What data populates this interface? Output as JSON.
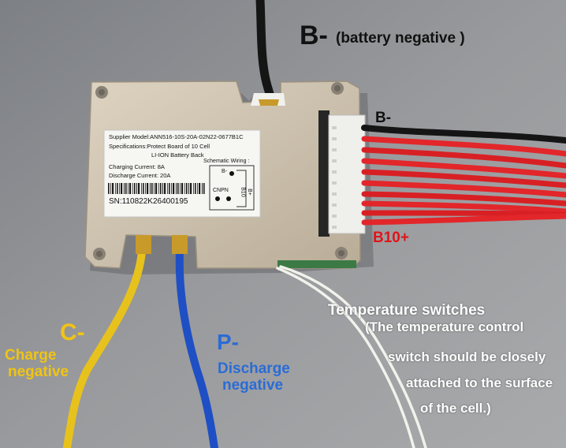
{
  "annotations": {
    "b_minus_big": "B-",
    "b_minus_note": "(battery negative )",
    "b_minus_connector": "B-",
    "b10_plus": "B10+",
    "temp_title": "Temperature switches",
    "temp_line1": "(The temperature control",
    "temp_line2": "switch should be closely",
    "temp_line3": "attached to the surface",
    "temp_line4": "of the cell.)",
    "c_minus": "C-",
    "c_charge": "Charge",
    "c_negative": "negative",
    "p_minus": "P-",
    "p_discharge": "Discharge",
    "p_negative": "negative"
  },
  "sticker": {
    "supplier": "Supplier Model:ANN516-10S-20A-02N22-0677B1C",
    "specifications": "Specifications:Protect Board of 10 Cell",
    "li_ion": "LI-ION Battery Back",
    "schematic": "Schematic Wiring :",
    "charging_current": "Charging Current:  8A",
    "discharge_current": "Discharge Current:  20A",
    "serial": "SN:110822K26400195",
    "wiring_b_minus": "B-",
    "wiring_cnpn": "CNPN",
    "wiring_b10": "B10",
    "wiring_b_plus": "B+"
  },
  "colors": {
    "yellow_wire": "#e8c21c",
    "blue_wire": "#1f4fc4",
    "red_wire": "#e2262a",
    "black_wire": "#151515",
    "white_wire": "#f2f2ec",
    "label_yellow": "#f0c414",
    "label_blue": "#2a6cd6",
    "label_red": "#e1141a",
    "background": "#8f9194",
    "board_metal": "#cfc5b3"
  }
}
